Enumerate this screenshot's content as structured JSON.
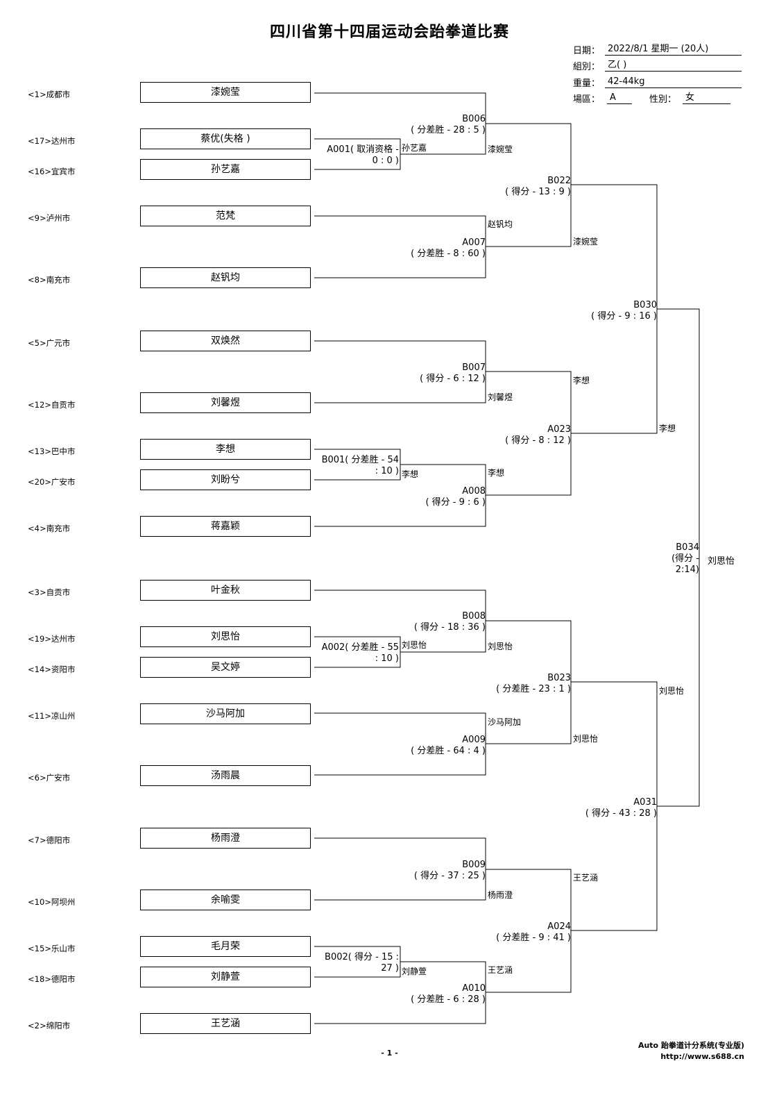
{
  "title": "四川省第十四届运动会跆拳道比赛",
  "info": {
    "date_label": "日期：",
    "date_value": "2022/8/1 星期一 (20人)",
    "group_label": "組別：",
    "group_value": "乙( )",
    "weight_label": "重量：",
    "weight_value": "42-44kg",
    "venue_label": "場區：",
    "venue_value": "A",
    "gender_label": "性別：",
    "gender_value": "女"
  },
  "players": [
    {
      "seed": "<1>成都市",
      "name": "漆婉莹"
    },
    {
      "seed": "<17>达州市",
      "name": "蔡优(失格 )"
    },
    {
      "seed": "<16>宜宾市",
      "name": "孙艺嘉"
    },
    {
      "seed": "<9>泸州市",
      "name": "范梵"
    },
    {
      "seed": "<8>南充市",
      "name": "赵钒均"
    },
    {
      "seed": "<5>广元市",
      "name": "双焕然"
    },
    {
      "seed": "<12>自贡市",
      "name": "刘馨煜"
    },
    {
      "seed": "<13>巴中市",
      "name": "李想"
    },
    {
      "seed": "<20>广安市",
      "name": "刘盼兮"
    },
    {
      "seed": "<4>南充市",
      "name": "蒋嘉颖"
    },
    {
      "seed": "<3>自贡市",
      "name": "叶金秋"
    },
    {
      "seed": "<19>达州市",
      "name": "刘思怡"
    },
    {
      "seed": "<14>资阳市",
      "name": "吴文婷"
    },
    {
      "seed": "<11>凉山州",
      "name": "沙马阿加"
    },
    {
      "seed": "<6>广安市",
      "name": "汤雨晨"
    },
    {
      "seed": "<7>德阳市",
      "name": "杨雨澄"
    },
    {
      "seed": "<10>阿坝州",
      "name": "余喻雯"
    },
    {
      "seed": "<15>乐山市",
      "name": "毛月荣"
    },
    {
      "seed": "<18>德阳市",
      "name": "刘静萱"
    },
    {
      "seed": "<2>绵阳市",
      "name": "王艺涵"
    }
  ],
  "matches": {
    "A001": {
      "l1": "A001( 取消资格 -",
      "l2": "0 : 0 )"
    },
    "B001": {
      "l1": "B001( 分差胜 - 54",
      "l2": ": 10 )"
    },
    "A002": {
      "l1": "A002( 分差胜 - 55",
      "l2": ": 10 )"
    },
    "B002": {
      "l1": "B002( 得分 - 15 :",
      "l2": "27 )"
    },
    "B006": {
      "l1": "B006",
      "l2": "( 分差胜 - 28 : 5 )"
    },
    "A007": {
      "l1": "A007",
      "l2": "( 分差胜 - 8 : 60 )"
    },
    "B007": {
      "l1": "B007",
      "l2": "( 得分 - 6 : 12 )"
    },
    "A008": {
      "l1": "A008",
      "l2": "( 得分 - 9 : 6 )"
    },
    "B008": {
      "l1": "B008",
      "l2": "( 得分 - 18 : 36 )"
    },
    "A009": {
      "l1": "A009",
      "l2": "( 分差胜 - 64 : 4 )"
    },
    "B009": {
      "l1": "B009",
      "l2": "( 得分 - 37 : 25 )"
    },
    "A010": {
      "l1": "A010",
      "l2": "( 分差胜 - 6 : 28 )"
    },
    "B022": {
      "l1": "B022",
      "l2": "( 得分 - 13 : 9 )"
    },
    "A023": {
      "l1": "A023",
      "l2": "( 得分 - 8 : 12 )"
    },
    "B023": {
      "l1": "B023",
      "l2": "( 分差胜 - 23 : 1 )"
    },
    "A024": {
      "l1": "A024",
      "l2": "( 分差胜 - 9 : 41 )"
    },
    "B030": {
      "l1": "B030",
      "l2": "( 得分 - 9 : 16 )"
    },
    "A031": {
      "l1": "A031",
      "l2": "( 得分 - 43 : 28 )"
    },
    "B034": {
      "l1": "B034",
      "l2": "(得分 -",
      "l3": "2:14)"
    }
  },
  "winners": {
    "A001": "孙艺嘉",
    "B001": "李想",
    "A002": "刘思怡",
    "B002": "刘静萱",
    "B006": "漆婉莹",
    "A007": "赵钒均",
    "B007": "刘馨煜",
    "A008": "李想",
    "B008": "刘思怡",
    "A009": "沙马阿加",
    "B009": "杨雨澄",
    "A010": "王艺涵",
    "B022": "漆婉莹",
    "A023": "李想",
    "B023": "刘思怡",
    "A024": "王艺涵",
    "B030": "李想",
    "A031": "刘思怡",
    "B034": "刘思怡"
  },
  "footer": {
    "page": "- 1 -",
    "software": "Auto 跆拳道计分系统(专业版)",
    "url": "http://www.s688.cn"
  }
}
